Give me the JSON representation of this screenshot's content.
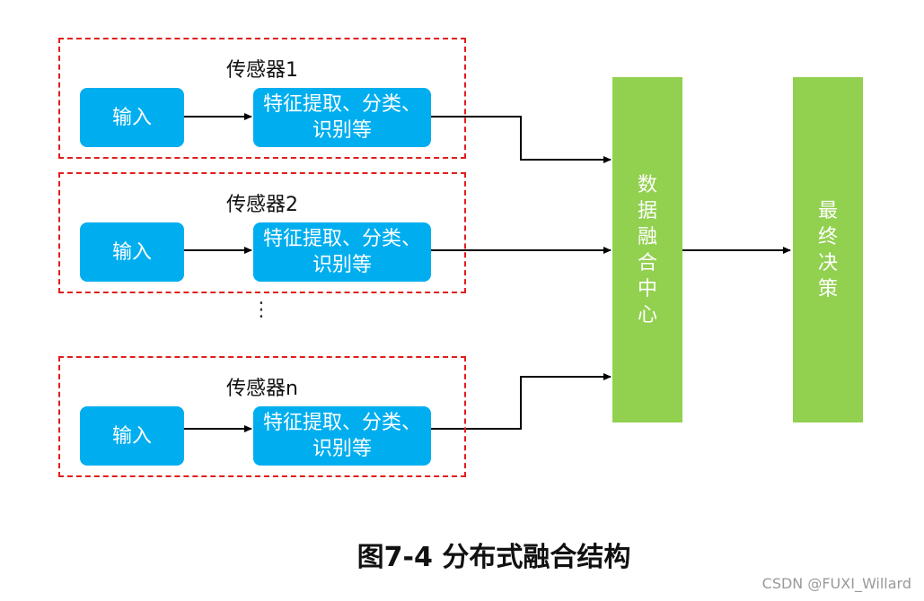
{
  "sensors": [
    {
      "title": "传感器1",
      "input": "输入",
      "feature": [
        "特征提取、分类、",
        "识别等"
      ]
    },
    {
      "title": "传感器2",
      "input": "输入",
      "feature": [
        "特征提取、分类、",
        "识别等"
      ]
    },
    {
      "title": "传感器n",
      "input": "输入",
      "feature": [
        "特征提取、分类、",
        "识别等"
      ]
    }
  ],
  "fusion_center": {
    "chars": [
      "数",
      "据",
      "融",
      "合",
      "中",
      "心"
    ]
  },
  "decision": {
    "chars": [
      "最",
      "终",
      "决",
      "策"
    ]
  },
  "ellipsis": "⋮",
  "caption": "图7-4 分布式融合结构",
  "watermark": "CSDN @FUXI_Willard",
  "colors": {
    "dashed_border": "#e11d1d",
    "process_box": "#00aeef",
    "fusion_bar": "#92d050",
    "arrow": "#000000"
  }
}
